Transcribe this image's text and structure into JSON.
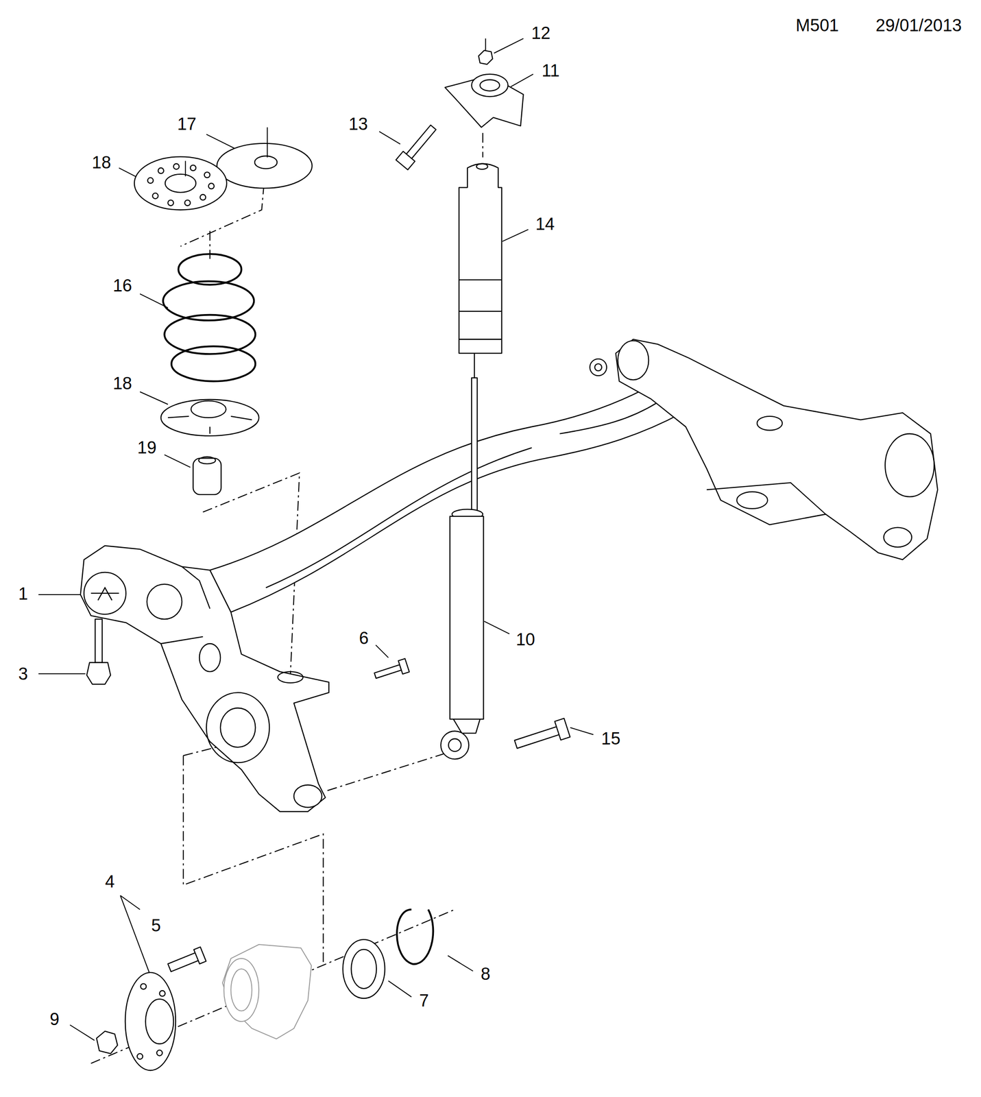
{
  "diagram": {
    "labels": [
      "M501",
      "29/01/2013",
      "12",
      "11",
      "17",
      "13",
      "18",
      "14",
      "16",
      "18",
      "19",
      "1",
      "6",
      "10",
      "3",
      "15",
      "4",
      "5",
      "9",
      "7",
      "8"
    ]
  }
}
